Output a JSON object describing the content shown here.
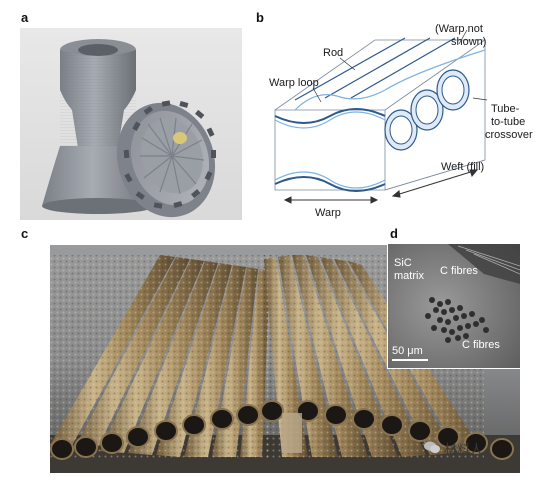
{
  "panels": {
    "a": {
      "label": "a"
    },
    "b": {
      "label": "b",
      "annotations": {
        "warp_not_shown_1": "(Warp not",
        "warp_not_shown_2": "shown)",
        "rod": "Rod",
        "warp_loop": "Warp loop",
        "tube_1": "Tube-",
        "tube_2": "to-tube",
        "tube_3": "crossover",
        "weft": "Weft (fill)",
        "warp": "Warp"
      }
    },
    "c": {
      "label": "c"
    },
    "d": {
      "label": "d",
      "annotations": {
        "sic_1": "SiC",
        "sic_2": "matrix",
        "c_fibres_top": "C fibres",
        "c_fibres_bottom": "C fibres",
        "scale": "50 μm"
      }
    }
  },
  "watermark": {
    "text": "材料人"
  }
}
